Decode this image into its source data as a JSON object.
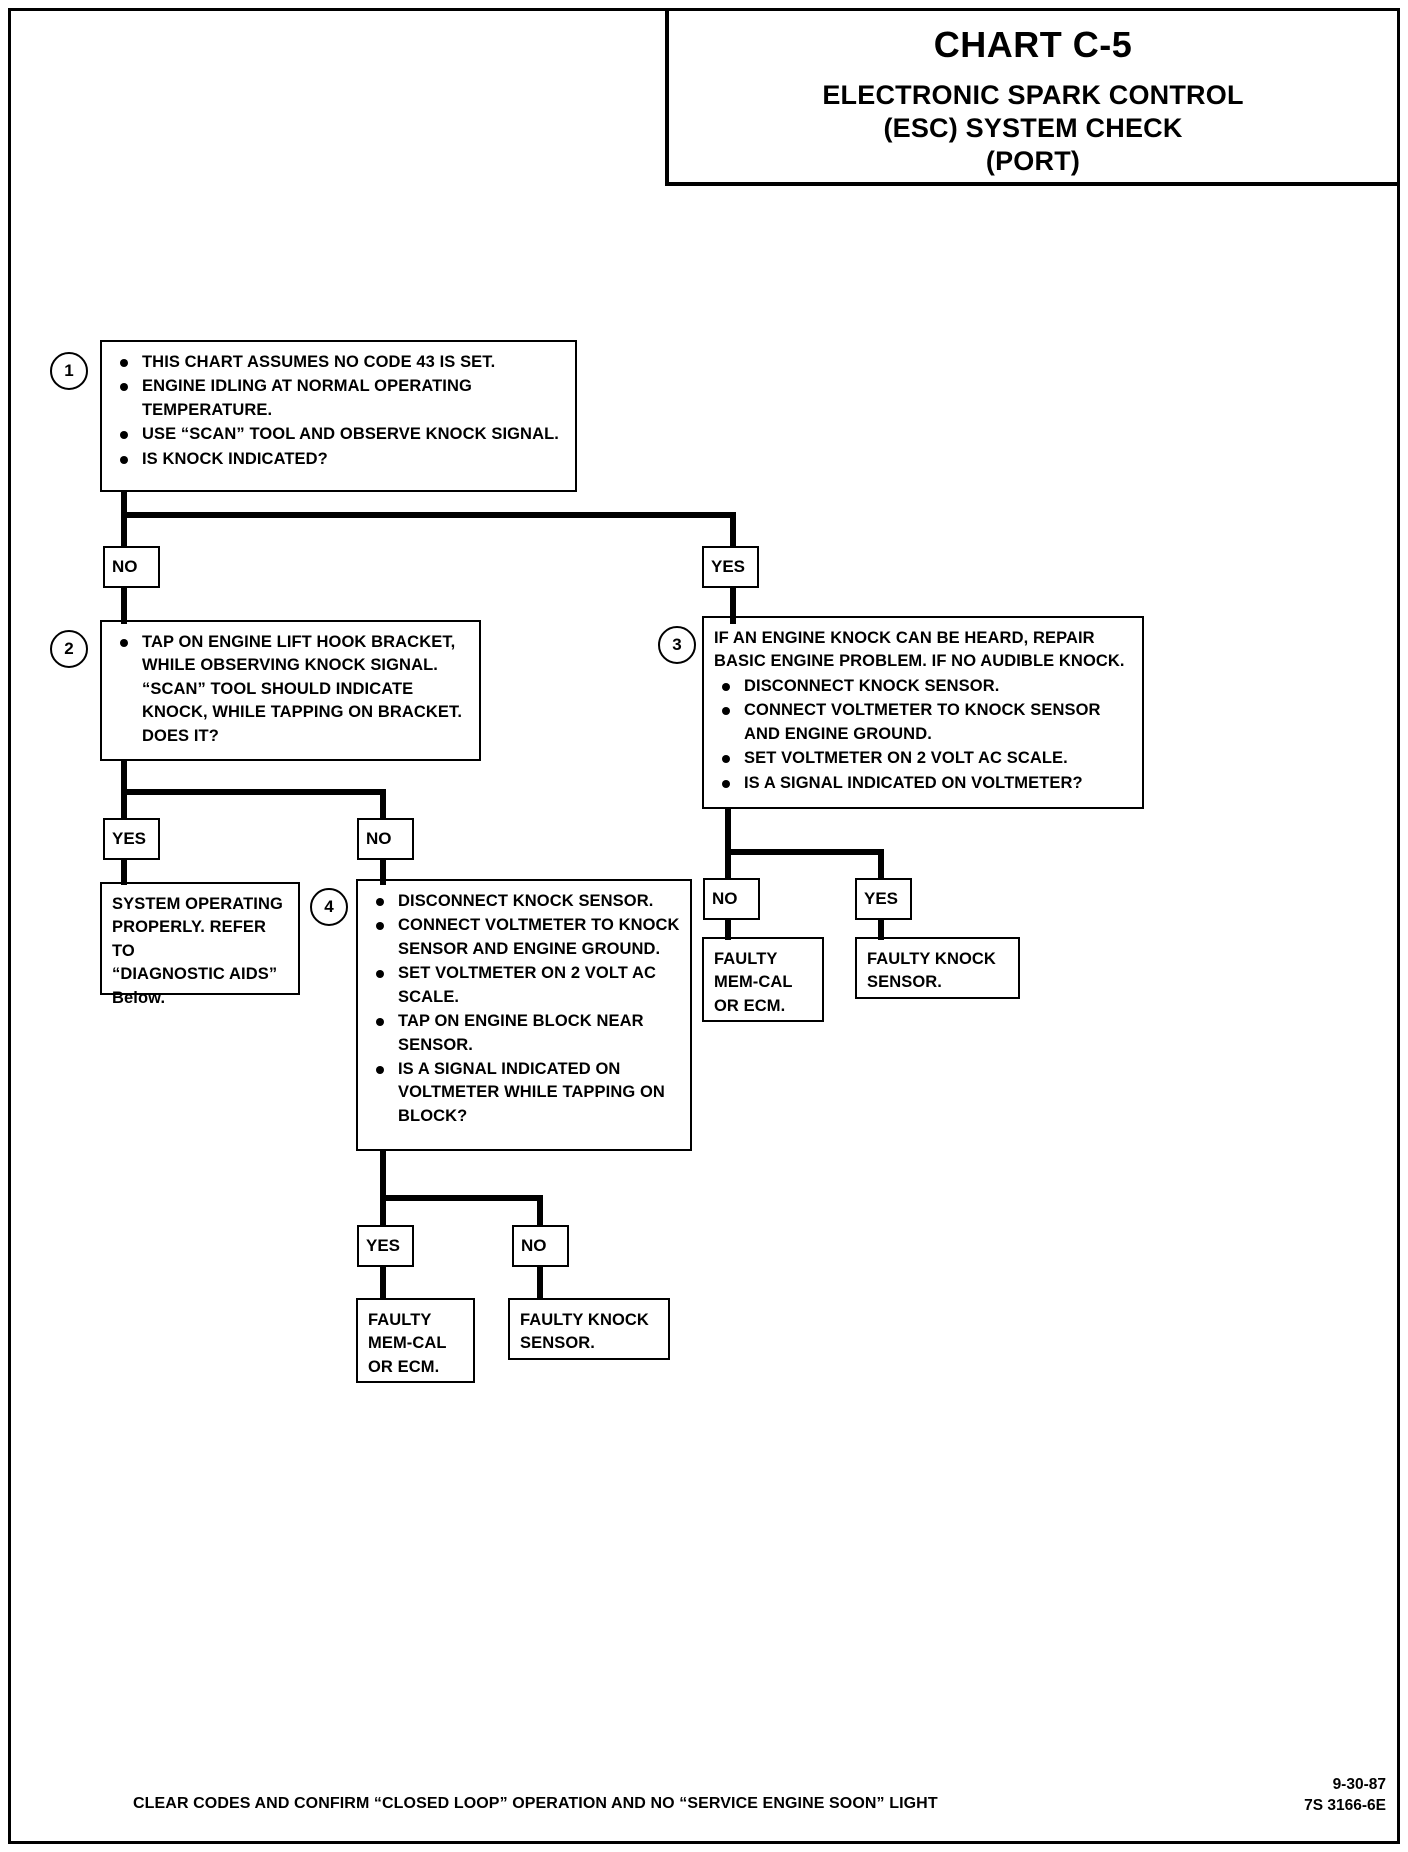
{
  "header": {
    "chart_id": "CHART C-5",
    "title_line_1": "ELECTRONIC SPARK CONTROL",
    "title_line_2": "(ESC) SYSTEM CHECK",
    "title_line_3": "(PORT)"
  },
  "steps": {
    "one": {
      "number": "1",
      "items": [
        "THIS CHART ASSUMES NO CODE 43 IS SET.",
        "ENGINE IDLING AT NORMAL OPERATING TEMPERATURE.",
        "USE “SCAN” TOOL AND OBSERVE KNOCK SIGNAL.",
        "IS KNOCK INDICATED?"
      ]
    },
    "two": {
      "number": "2",
      "items": [
        "TAP ON ENGINE LIFT HOOK BRACKET, WHILE OBSERVING KNOCK SIGNAL. “SCAN” TOOL SHOULD INDICATE KNOCK, WHILE TAPPING ON BRACKET. DOES IT?"
      ]
    },
    "three": {
      "number": "3",
      "lead": "IF AN ENGINE KNOCK CAN BE HEARD, REPAIR\nBASIC ENGINE PROBLEM.  IF NO AUDIBLE KNOCK.",
      "items": [
        "DISCONNECT KNOCK SENSOR.",
        "CONNECT VOLTMETER TO KNOCK SENSOR AND ENGINE GROUND.",
        "SET VOLTMETER ON 2 VOLT AC SCALE.",
        "IS A SIGNAL INDICATED ON VOLTMETER?"
      ]
    },
    "four": {
      "number": "4",
      "items": [
        "DISCONNECT KNOCK SENSOR.",
        "CONNECT VOLTMETER TO KNOCK SENSOR AND ENGINE GROUND.",
        "SET VOLTMETER ON 2 VOLT AC SCALE.",
        "TAP ON ENGINE BLOCK NEAR SENSOR.",
        "IS A SIGNAL INDICATED ON VOLTMETER WHILE TAPPING ON BLOCK?"
      ]
    }
  },
  "tags": {
    "step1_no": "NO",
    "step1_yes": "YES",
    "step2_yes": "YES",
    "step2_no": "NO",
    "step3_no": "NO",
    "step3_yes": "YES",
    "step4_yes": "YES",
    "step4_no": "NO"
  },
  "results": {
    "system_ok": "SYSTEM OPERATING\nPROPERLY.  REFER TO\n“DIAGNOSTIC AIDS”\n Below.",
    "step3_no_result": "FAULTY\nMEM-CAL\nOR ECM.",
    "step3_yes_result": "FAULTY KNOCK\nSENSOR.",
    "step4_yes_result": "FAULTY\nMEM-CAL\nOR ECM.",
    "step4_no_result": "FAULTY KNOCK\nSENSOR."
  },
  "footer": {
    "note": "CLEAR CODES AND CONFIRM “CLOSED LOOP” OPERATION AND NO  “SERVICE ENGINE SOON”  LIGHT",
    "date": "9-30-87",
    "doc_code": "7S 3166-6E"
  }
}
